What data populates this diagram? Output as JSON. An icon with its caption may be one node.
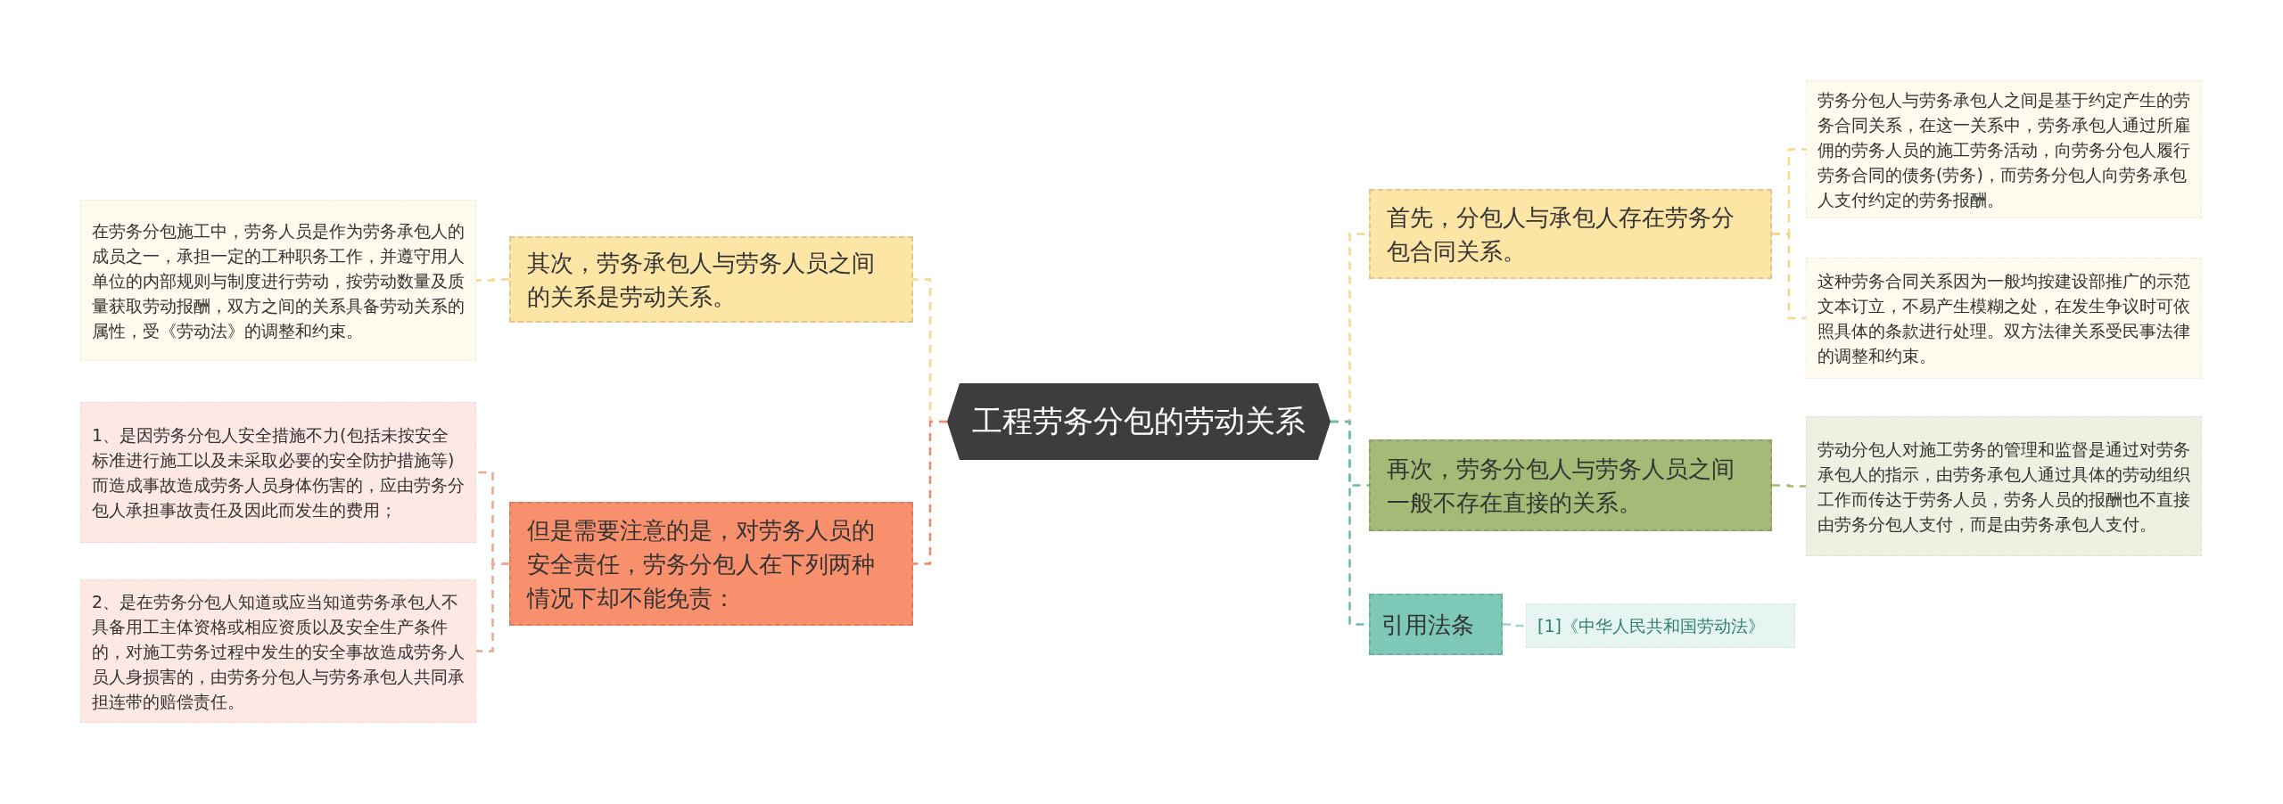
{
  "diagram": {
    "nodes": [
      {
        "text": [
          "工程劳务分包的劳动关系"
        ]
      },
      {
        "text": [
          "其次，劳务承包人与劳务人员之间的关系是劳动关系。"
        ]
      },
      {
        "text": [
          "在劳务分包施工中，劳务人员是作为劳务承包人的成员之一，承担一定的工种职务工作，并遵守用人单位的内部规则与制度进行劳动，按劳动数量及质量获取劳动报酬，双方之间的关系具备劳动关系的属性，受《劳动法》的调整和约束。"
        ]
      },
      {
        "text": [
          "但是需要注意的是，对劳务人员的安全责任，劳务分包人在下列两种情况下却不能免责："
        ]
      },
      {
        "text": [
          "1、是因劳务分包人安全措施不力(包括未按安全标准进行施工以及未采取必要的安全防护措施等)而造成事故造成劳务人员身体伤害的，应由劳务分包人承担事故责任及因此而发生的费用；"
        ]
      },
      {
        "text": [
          "2、是在劳务分包人知道或应当知道劳务承包人不具备用工主体资格或相应资质以及安全生产条件的，对施工劳务过程中发生的安全事故造成劳务人员人身损害的，由劳务分包人与劳务承包人共同承担连带的赔偿责任。"
        ]
      },
      {
        "text": [
          "首先，分包人与承包人存在劳务分包合同关系。"
        ]
      },
      {
        "text": [
          "劳务分包人与劳务承包人之间是基于约定产生的劳务合同关系，在这一关系中，劳务承包人通过所雇佣的劳务人员的施工劳务活动，向劳务分包人履行劳务合同的债务(劳务)，而劳务分包人向劳务承包人支付约定的劳务报酬。"
        ]
      },
      {
        "text": [
          "这种劳务合同关系因为一般均按建设部推广的示范文本订立，不易产生模糊之处，在发生争议时可依照具体的条款进行处理。双方法律关系受民事法律的调整和约束。"
        ]
      },
      {
        "text": [
          "再次，劳务分包人与劳务人员之间一般不存在直接的关系。"
        ]
      },
      {
        "text": [
          "劳动分包人对施工劳务的管理和监督是通过对劳务承包人的指示，由劳务承包人通过具体的劳动组织工作而传达于劳务人员，劳务人员的报酬也不直接由劳务分包人支付，而是由劳务承包人支付。"
        ]
      },
      {
        "text": [
          "引用法条"
        ]
      },
      {
        "text": [
          "[1]《中华人民共和国劳动法》"
        ]
      }
    ],
    "edges": [
      {
        "from": 0,
        "to": 1,
        "arrow": "none",
        "style": "dashed",
        "color": "#f7d68c"
      },
      {
        "from": 1,
        "to": 2,
        "arrow": "none",
        "style": "dashed",
        "color": "#f7d68c"
      },
      {
        "from": 0,
        "to": 3,
        "arrow": "none",
        "style": "dashed",
        "color": "#f0896a"
      },
      {
        "from": 3,
        "to": 4,
        "arrow": "none",
        "style": "dashed",
        "color": "#f0a58e"
      },
      {
        "from": 3,
        "to": 5,
        "arrow": "none",
        "style": "dashed",
        "color": "#f0a58e"
      },
      {
        "from": 0,
        "to": 6,
        "arrow": "none",
        "style": "dashed",
        "color": "#f7d68c"
      },
      {
        "from": 6,
        "to": 7,
        "arrow": "none",
        "style": "dashed",
        "color": "#f7d68c"
      },
      {
        "from": 6,
        "to": 8,
        "arrow": "none",
        "style": "dashed",
        "color": "#f7d68c"
      },
      {
        "from": 0,
        "to": 9,
        "arrow": "none",
        "style": "dashed",
        "color": "#6dbaa8"
      },
      {
        "from": 9,
        "to": 10,
        "arrow": "none",
        "style": "dashed",
        "color": "#a4bb77"
      },
      {
        "from": 0,
        "to": 11,
        "arrow": "none",
        "style": "dashed",
        "color": "#6dbaa8"
      },
      {
        "from": 11,
        "to": 12,
        "arrow": "none",
        "style": "dashed",
        "color": "#9fd4c8"
      }
    ]
  }
}
